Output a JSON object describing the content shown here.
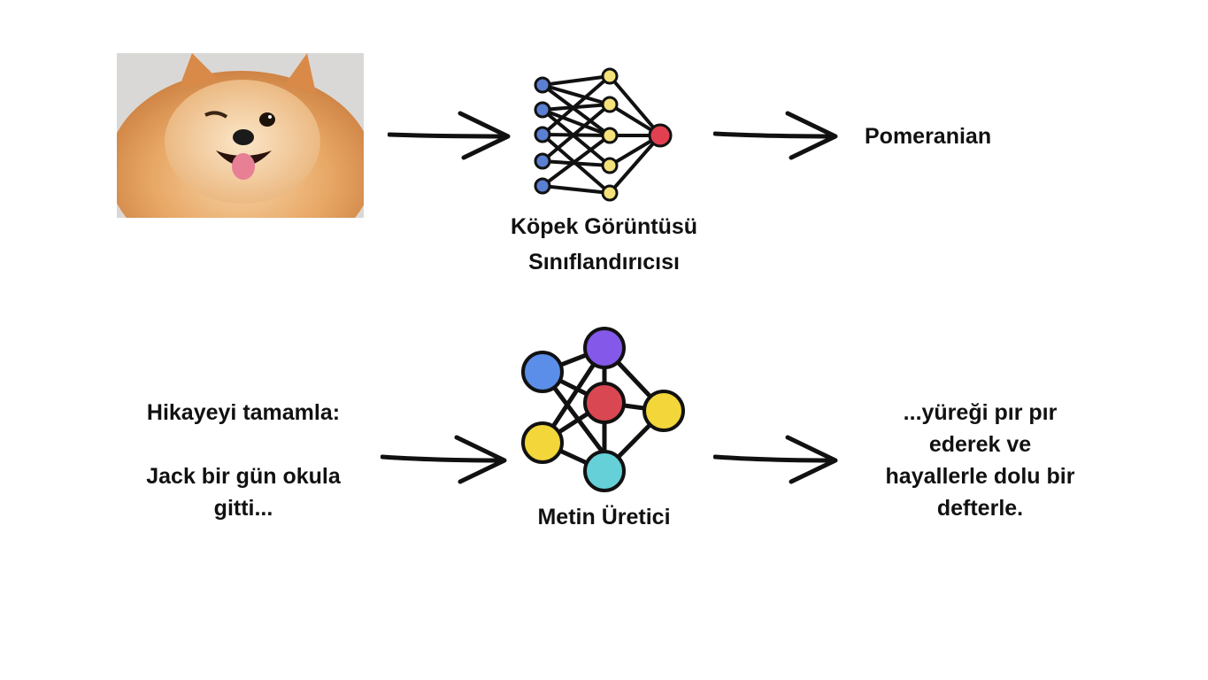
{
  "top_row": {
    "input_image": "pomeranian-dog-photo",
    "model_name_line1": "Köpek Görüntüsü",
    "model_name_line2": "Sınıflandırıcısı",
    "output_label": "Pomeranian"
  },
  "bottom_row": {
    "prompt_line1": "Hikayeyi tamamla:",
    "prompt_line2": "Jack bir gün okula",
    "prompt_line3": "gitti...",
    "model_name": "Metin Üretici",
    "output_line1": "...yüreği pır pır",
    "output_line2": "ederek ve",
    "output_line3": "hayallerle dolu bir",
    "output_line4": "defterle."
  },
  "colors": {
    "input_node": "#5b7fd1",
    "hidden_node": "#f4e27a",
    "output_node": "#e04050",
    "graph_blue": "#5b8ee8",
    "graph_purple": "#8458e8",
    "graph_red": "#d94852",
    "graph_yellow": "#f2d63a",
    "graph_cyan": "#66d0d8"
  }
}
